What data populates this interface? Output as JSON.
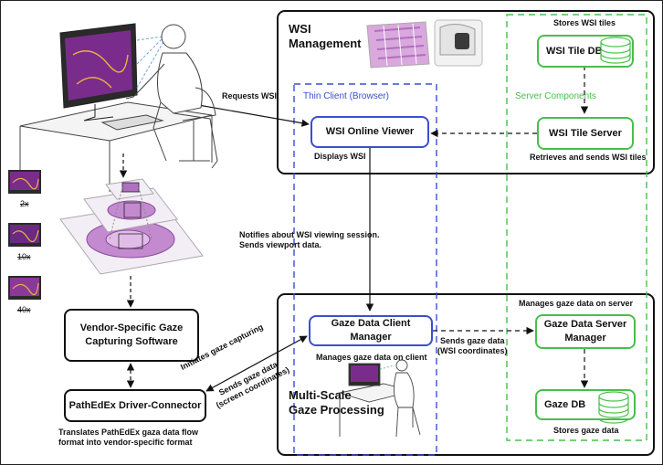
{
  "sections": {
    "wsi_management": "WSI\nManagement",
    "gaze_processing": "Multi-Scale\nGaze Processing",
    "thin_client": "Thin Client (Browser)",
    "server_components": "Server Components"
  },
  "boxes": {
    "wsi_tile_db": "WSI Tile DB",
    "wsi_tile_server": "WSI Tile Server",
    "wsi_online_viewer": "WSI Online Viewer",
    "gaze_client_manager": "Gaze Data Client Manager",
    "gaze_server_manager": "Gaze Data Server Manager",
    "gaze_db": "Gaze DB",
    "vendor_software": "Vendor-Specific Gaze\nCapturing Software",
    "driver_connector": "PathEdEx Driver-Connector"
  },
  "labels": {
    "stores_wsi_tiles": "Stores WSI tiles",
    "retrieves_sends": "Retrieves and sends WSI tiles",
    "requests_wsi": "Requests WSI",
    "displays_wsi": "Displays WSI",
    "notifies": "Notifies about WSI viewing session.\nSends viewport data.",
    "manages_client": "Manages gaze data on client",
    "manages_server": "Manages gaze data on server",
    "sends_gaze_wsi": "Sends gaze data\n(WSI coordinates)",
    "stores_gaze": "Stores gaze data",
    "initiates": "Initiates gaze capturing",
    "sends_gaze_screen": "Sends gaze data\n(screen coordinates)",
    "translates": "Translates PathEdEx gaza data flow\nformat into vendor-specific format"
  },
  "zoom_levels": [
    "2x",
    "10x",
    "40x"
  ],
  "colors": {
    "client_blue": "#3a4fd0",
    "server_green": "#47c04a",
    "line": "#111111"
  }
}
